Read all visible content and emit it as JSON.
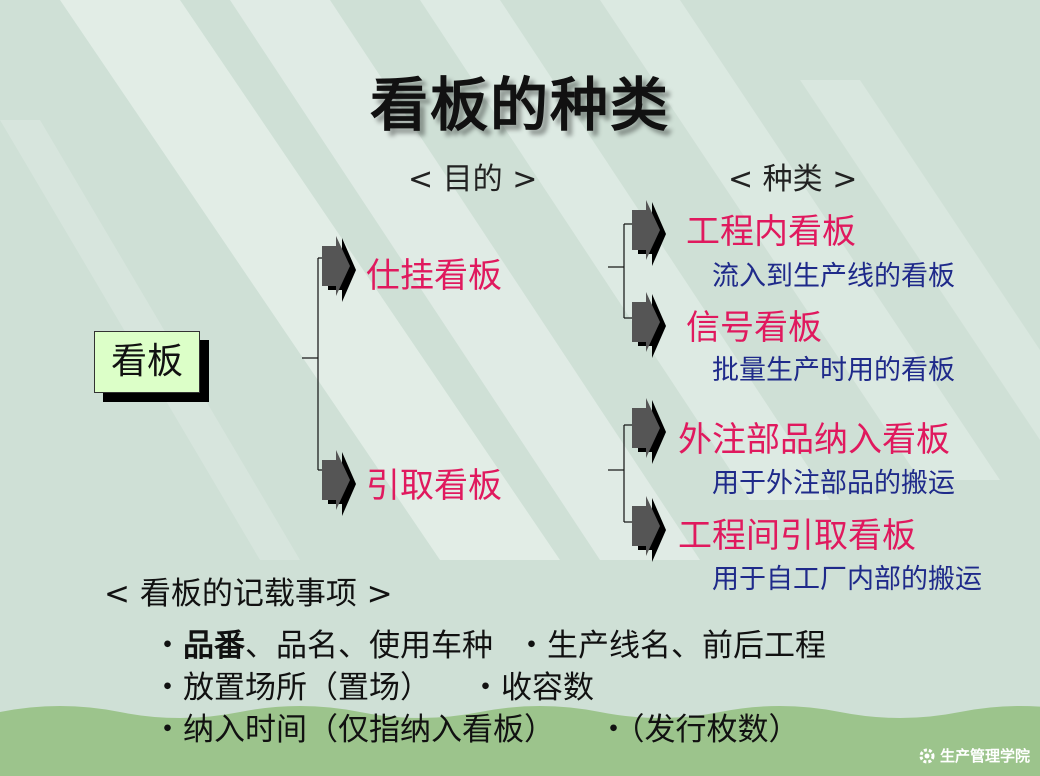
{
  "title": "看板的种类",
  "headers": {
    "purpose": "< 目的 >",
    "types": "< 种类 >"
  },
  "root": "看板",
  "purposes": [
    {
      "label": "仕挂看板"
    },
    {
      "label": "引取看板"
    }
  ],
  "types": [
    {
      "label": "工程内看板",
      "desc": "流入到生产线的看板"
    },
    {
      "label": "信号看板",
      "desc": "批量生产时用的看板"
    },
    {
      "label": "外注部品纳入看板",
      "desc": "用于外注部品的搬运"
    },
    {
      "label": "工程间引取看板",
      "desc": "用于自工厂内部的搬运"
    }
  ],
  "notes": {
    "heading": "< 看板的记载事项 >",
    "bullet": "・",
    "line1_bold": "品番",
    "line1_rest": "、品名、使用车种",
    "line1_b": "生产线名、前后工程",
    "line2_a": "放置场所（置场）",
    "line2_b": "收容数",
    "line3_a": "纳入时间（仅指纳入看板）",
    "line3_b": "（发行枚数）"
  },
  "logo": "生产管理学院",
  "colors": {
    "accent_red": "#e0195e",
    "desc_blue": "#1f2a8a",
    "box_green": "#dcffc8"
  }
}
